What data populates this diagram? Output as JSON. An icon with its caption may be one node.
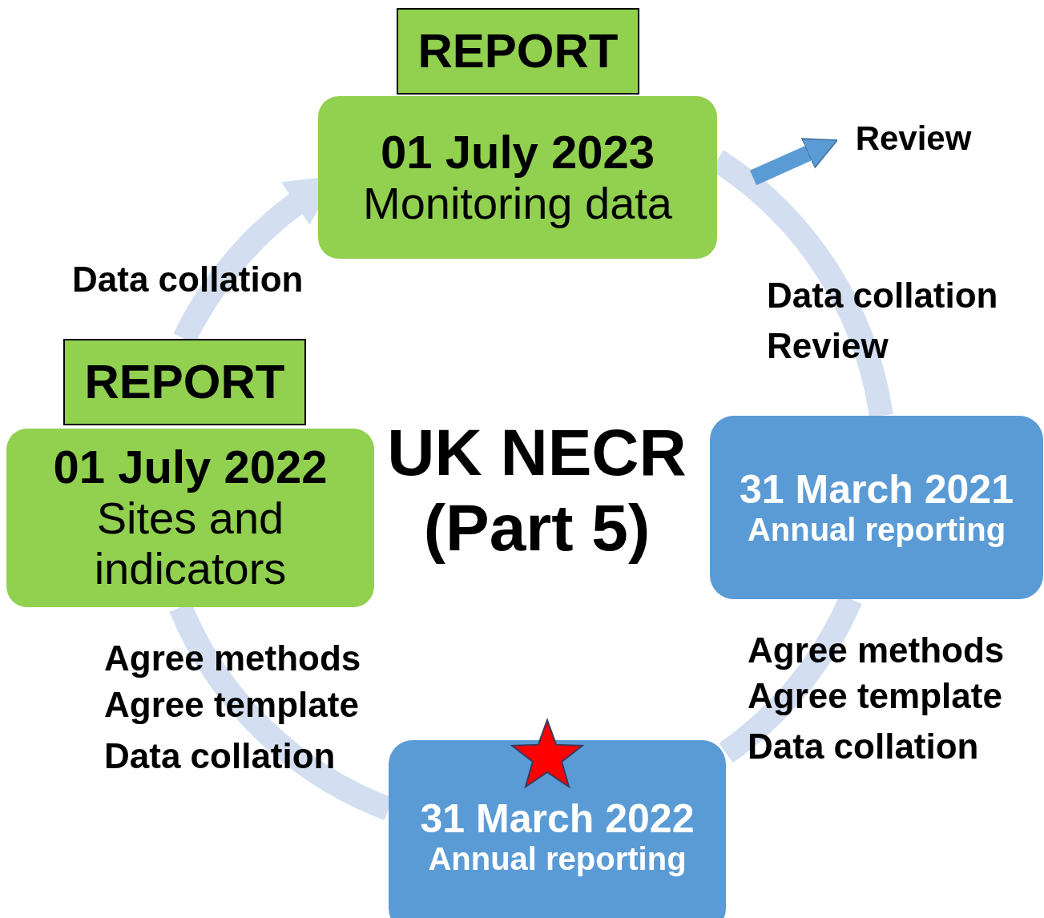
{
  "diagram": {
    "title": "UK NECR (Part 5)",
    "nodes": [
      {
        "text": [
          "REPORT"
        ]
      },
      {
        "text": [
          "01 July 2023",
          "Monitoring data"
        ]
      },
      {
        "text": [
          "REPORT"
        ]
      },
      {
        "text": [
          "01 July 2022",
          "Sites and indicators"
        ]
      },
      {
        "text": [
          "31 March 2021",
          "Annual reporting"
        ]
      },
      {
        "text": [
          "31 March 2022",
          "Annual reporting"
        ]
      },
      {
        "text": [
          "Review"
        ]
      }
    ],
    "edges": [
      {
        "from": 2,
        "to": 1,
        "arrow": "to"
      },
      {
        "from": 1,
        "to": 4,
        "arrow": "none"
      },
      {
        "from": 4,
        "to": 5,
        "arrow": "none"
      },
      {
        "from": 5,
        "to": 3,
        "arrow": "none"
      },
      {
        "from": null,
        "to": 6,
        "arrow": "to",
        "color": "#5b9bd5"
      }
    ],
    "labels": [
      "Data collation",
      "Data collation",
      "Review",
      "Agree methods",
      "Agree template",
      "Data collation",
      "Agree methods",
      "Agree template",
      "Data collation"
    ]
  }
}
